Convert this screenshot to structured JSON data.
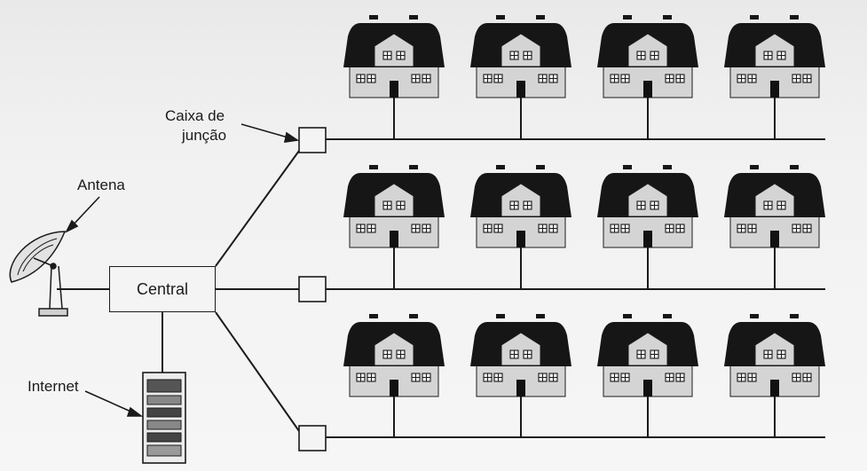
{
  "labels": {
    "junction_box": [
      "Caixa de",
      "junção"
    ],
    "antenna": "Antena",
    "central": "Central",
    "internet": "Internet"
  },
  "icons": {
    "antenna": "satellite-dish-icon",
    "server": "server-rack-icon",
    "house": "house-icon",
    "junction": "junction-box-icon"
  },
  "colors": {
    "line": "#1b1b1b",
    "roof": "#161616",
    "wall": "#d4d4d4",
    "background": "#f2f2f2"
  },
  "houses": {
    "rows": 3,
    "per_row": 4
  }
}
